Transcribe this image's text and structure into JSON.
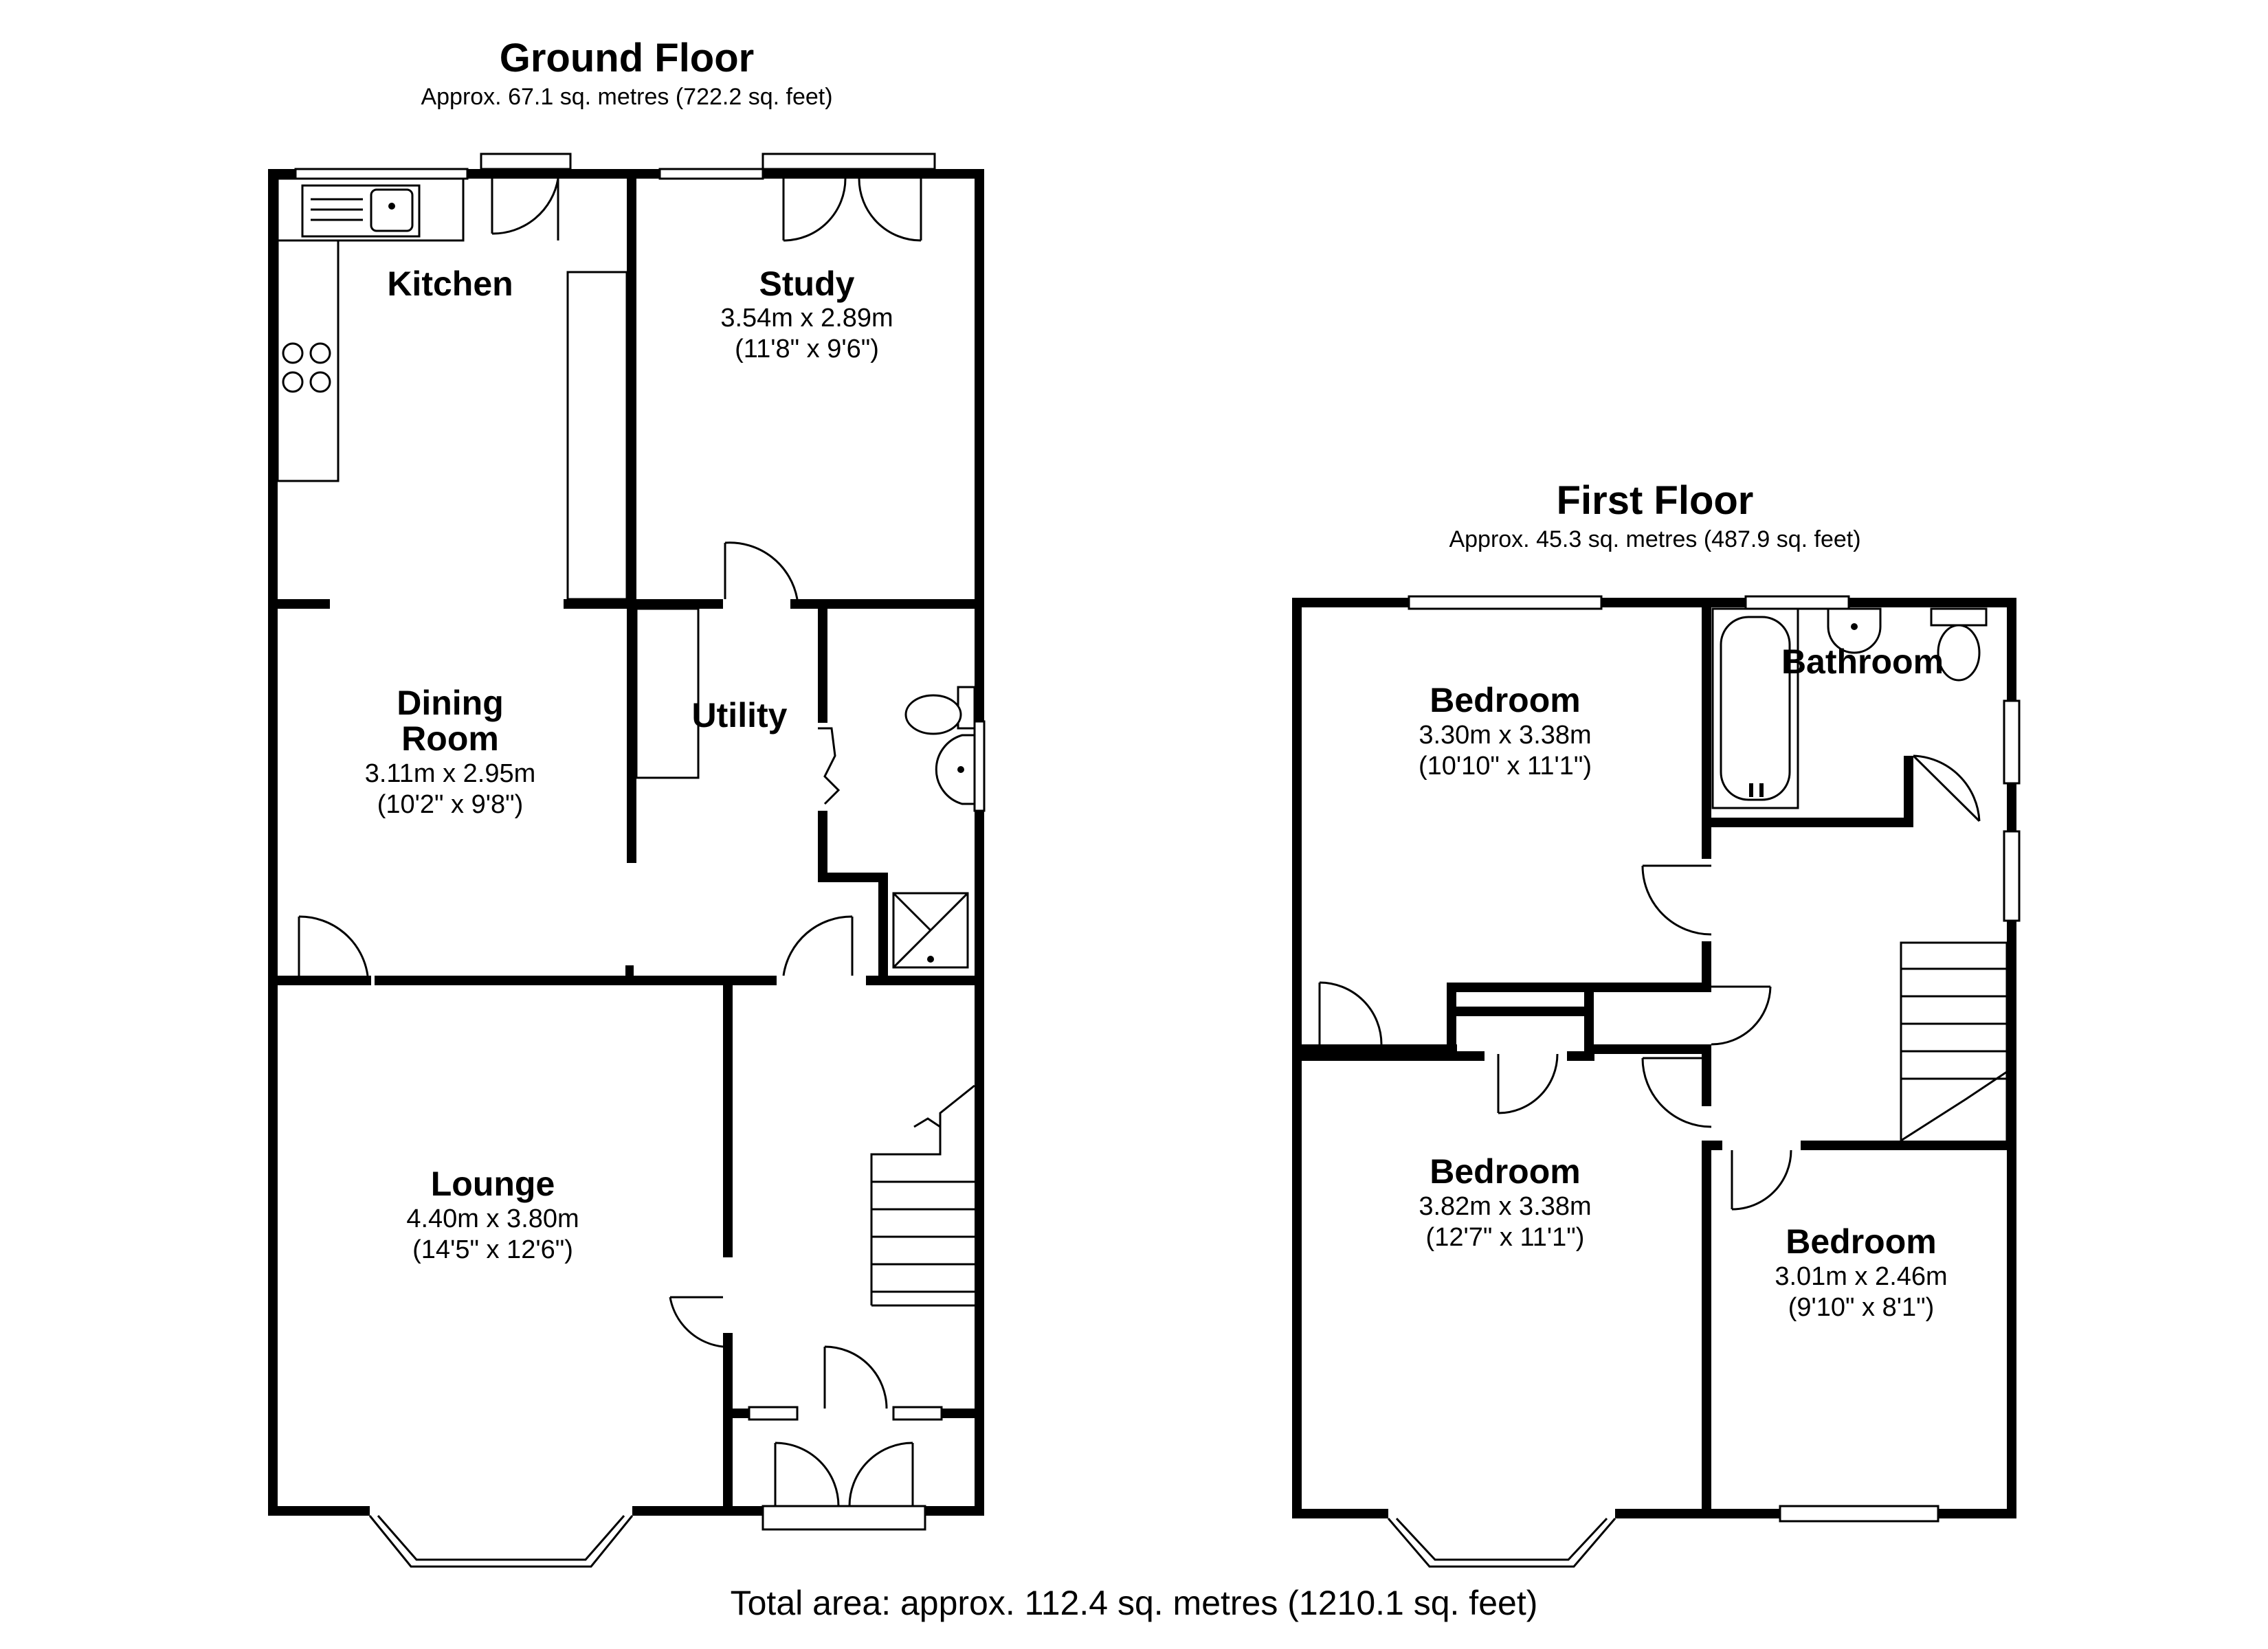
{
  "ground_floor": {
    "title": "Ground Floor",
    "area": "Approx. 67.1 sq. metres (722.2 sq. feet)",
    "rooms": {
      "kitchen": {
        "name": "Kitchen"
      },
      "study": {
        "name": "Study",
        "metric": "3.54m x 2.89m",
        "imperial": "(11'8\" x 9'6\")"
      },
      "dining": {
        "name_line1": "Dining",
        "name_line2": "Room",
        "metric": "3.11m x 2.95m",
        "imperial": "(10'2\" x 9'8\")"
      },
      "utility": {
        "name": "Utility"
      },
      "lounge": {
        "name": "Lounge",
        "metric": "4.40m x 3.80m",
        "imperial": "(14'5\" x 12'6\")"
      }
    }
  },
  "first_floor": {
    "title": "First Floor",
    "area": "Approx. 45.3 sq. metres (487.9 sq. feet)",
    "rooms": {
      "bedroom1": {
        "name": "Bedroom",
        "metric": "3.30m x 3.38m",
        "imperial": "(10'10\" x 11'1\")"
      },
      "bathroom": {
        "name": "Bathroom"
      },
      "bedroom2": {
        "name": "Bedroom",
        "metric": "3.82m x 3.38m",
        "imperial": "(12'7\" x 11'1\")"
      },
      "bedroom3": {
        "name": "Bedroom",
        "metric": "3.01m x 2.46m",
        "imperial": "(9'10\" x 8'1\")"
      }
    }
  },
  "total_area": "Total area: approx. 112.4 sq. metres (1210.1 sq. feet)"
}
